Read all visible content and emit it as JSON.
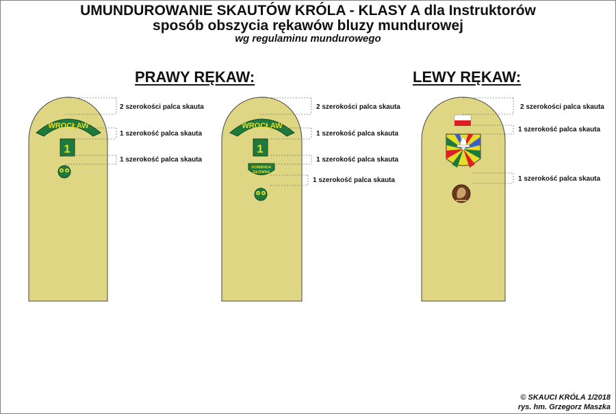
{
  "header": {
    "title": "UMUNDUROWANIE SKAUTÓW KRÓLA - KLASY A dla Instruktorów",
    "subtitle": "sposób obszycia rękawów bluzy mundurowej",
    "note": "wg regulaminu mundurowego"
  },
  "headings": {
    "right": "PRAWY RĘKAW:",
    "left": "LEWY RĘKAW:"
  },
  "patches": {
    "city": "WROCŁAW",
    "number": "1",
    "komenda_line1": "KOMENDA",
    "komenda_line2": "GŁÓWNA"
  },
  "measures": {
    "two": "2 szerokości palca skauta",
    "one": "1 szerokość palca skauta"
  },
  "credits": {
    "line1": "© SKAUCI KRÓLA 1/2018",
    "line2": "rys. hm. Grzegorz Maszka"
  },
  "colors": {
    "sleeve_fill": "#dfd683",
    "patch_green": "#1e7a3c",
    "patch_yellow": "#e6dc2a",
    "flag_red": "#dc1f26",
    "badge_brown": "#6b3a1c"
  }
}
